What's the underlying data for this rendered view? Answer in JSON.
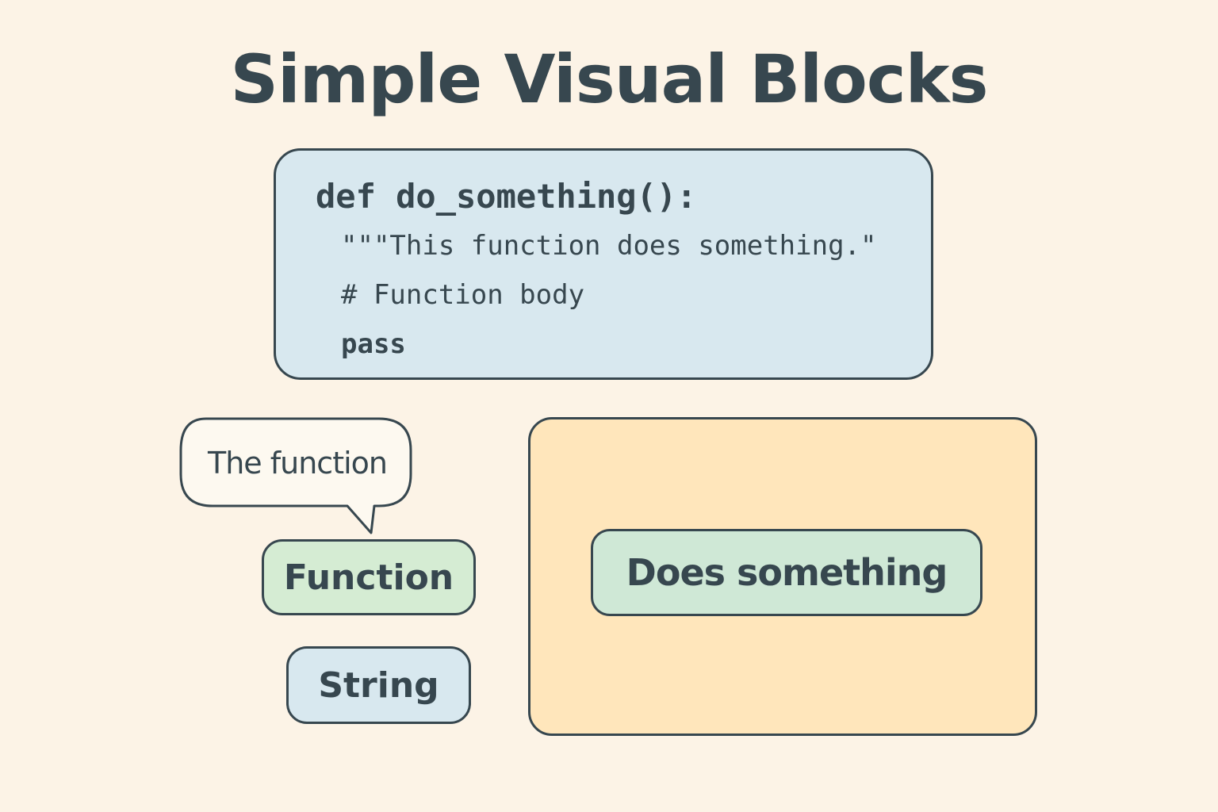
{
  "title": "Simple Visual Blocks",
  "code_block": {
    "lines": [
      "def do_something():",
      "\"\"\"This function does something.\"",
      "# Function body",
      "pass"
    ]
  },
  "callout": {
    "text": "The function"
  },
  "chips": {
    "function_label": "Function",
    "string_label": "String"
  },
  "panel": {
    "label": "Does something"
  },
  "colors": {
    "background": "#fcf3e6",
    "ink": "#37474f",
    "code_block_fill": "#d8e8ef",
    "callout_fill": "#fdf9f0",
    "function_fill": "#d5ecd3",
    "string_fill": "#d8e8ef",
    "panel_fill": "#ffe6bb",
    "panel_label_fill": "#cfe8d6"
  }
}
